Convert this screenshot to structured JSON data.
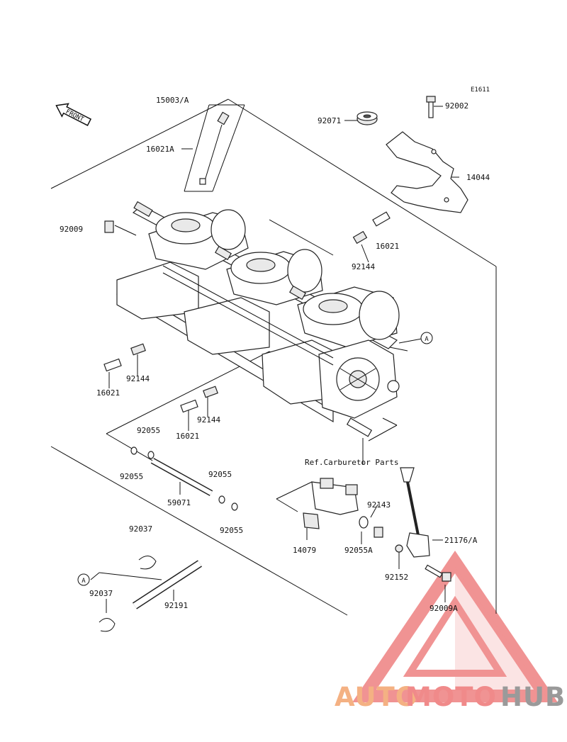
{
  "diagram": {
    "code": "E1611",
    "front_label": "FRONT",
    "ref_note": "Ref.Carburetor Parts",
    "callout_a": "A",
    "part_labels": {
      "p15003A": "15003/A",
      "p92071": "92071",
      "p92002": "92002",
      "p16021A": "16021A",
      "p14044": "14044",
      "p92009": "92009",
      "p16021_r": "16021",
      "p92144_r": "92144",
      "p92144_l": "92144",
      "p16021_l": "16021",
      "p92144_m": "92144",
      "p16021_m": "16021",
      "p92055_a": "92055",
      "p92055_b": "92055",
      "p92055_c": "92055",
      "p59071": "59071",
      "p92055_d": "92055",
      "p92037_a": "92037",
      "p92037_b": "92037",
      "p92191": "92191",
      "p92143": "92143",
      "p21176A": "21176/A",
      "p14079": "14079",
      "p92055A": "92055A",
      "p92152": "92152",
      "p92009A": "92009A"
    }
  },
  "watermark": {
    "word_part1": "AUTO",
    "word_part2": "MOTO",
    "word_part3": "HUB",
    "color_part1": "#f4b183",
    "color_part2": "#f08a8a",
    "color_part3": "#9a9a9a",
    "triangle_color": "#ec6f6f"
  }
}
